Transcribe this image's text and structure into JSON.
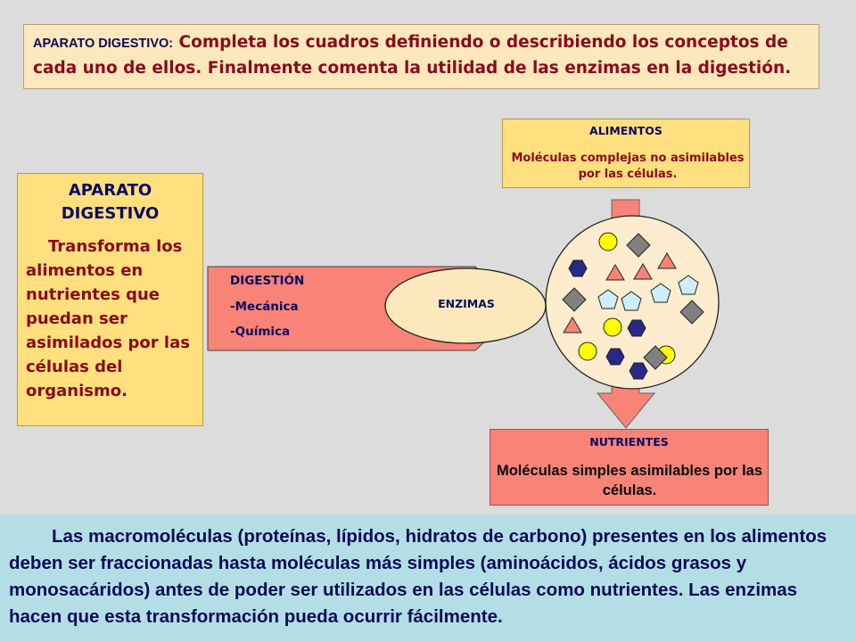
{
  "instructions": {
    "lead": "APARATO DIGESTIVO:",
    "text": "Completa los cuadros definiendo o describiendo los conceptos de cada uno de ellos. Finalmente comenta la utilidad de las enzimas en la digestión."
  },
  "aparato": {
    "title": "APARATO DIGESTIVO",
    "body": "Transforma los alimentos en nutrientes que puedan ser asimilados por las células del organismo."
  },
  "digestion": {
    "title": "DIGESTIÓN",
    "items": [
      "-Mecánica",
      "-Química"
    ]
  },
  "enzimas": {
    "label": "ENZIMAS"
  },
  "alimentos": {
    "title": "ALIMENTOS",
    "text": "Moléculas complejas no asimilables por las células."
  },
  "nutrientes": {
    "title": "NUTRIENTES",
    "text": "Moléculas simples asimilables por las células."
  },
  "footer": {
    "text": "Las macromoléculas (proteínas, lípidos, hidratos de carbono) presentes en los alimentos deben ser fraccionadas hasta moléculas más simples (aminoácidos, ácidos grasos y monosacáridos) antes de poder ser utilizados en las células como nutrientes. Las enzimas hacen que esta transformación pueda ocurrir fácilmente."
  },
  "colors": {
    "instruction_bg": "#fde8bd",
    "box_yellow": "#ffdf7e",
    "salmon": "#f98377",
    "footer_bg": "#b4dee6",
    "text_red": "#8b0a1a",
    "text_navy": "#0a0a60"
  }
}
